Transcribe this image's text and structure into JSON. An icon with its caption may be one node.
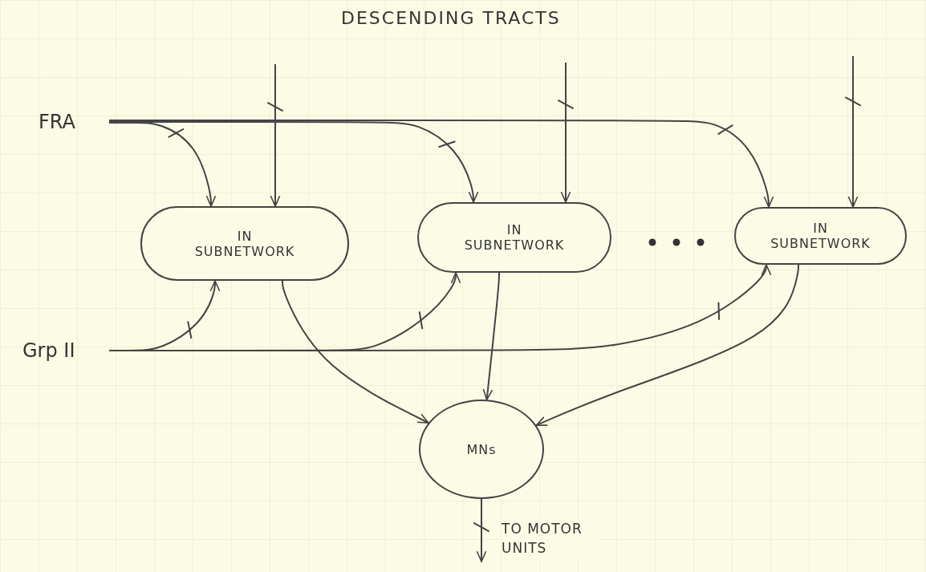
{
  "diagram": {
    "nodes": [
      {
        "text": [
          "FRA"
        ]
      },
      {
        "text": [
          "Grp II"
        ]
      },
      {
        "text": [
          "IN SUBNETWORK"
        ]
      },
      {
        "text": [
          "IN SUBNETWORK"
        ]
      },
      {
        "text": [
          "IN SUBNETWORK"
        ]
      },
      {
        "text": [
          "MNs"
        ]
      }
    ],
    "edges": [
      {
        "from": 0,
        "to": 2,
        "arrow": "to"
      },
      {
        "from": 0,
        "to": 3,
        "arrow": "to"
      },
      {
        "from": 0,
        "to": 4,
        "arrow": "to"
      },
      {
        "from": null,
        "to": 2,
        "arrow": "to"
      },
      {
        "from": null,
        "to": 3,
        "arrow": "to"
      },
      {
        "from": null,
        "to": 4,
        "arrow": "to"
      },
      {
        "from": 1,
        "to": 2,
        "arrow": "to"
      },
      {
        "from": 1,
        "to": 3,
        "arrow": "to"
      },
      {
        "from": 1,
        "to": 4,
        "arrow": "to"
      },
      {
        "from": 2,
        "to": 5,
        "arrow": "to"
      },
      {
        "from": 3,
        "to": 5,
        "arrow": "to"
      },
      {
        "from": 4,
        "to": 5,
        "arrow": "to"
      },
      {
        "from": 5,
        "to": null,
        "arrow": "to",
        "label": "TO MOTOR UNITS"
      }
    ],
    "labels": [
      "DESCENDING TRACTS"
    ]
  }
}
